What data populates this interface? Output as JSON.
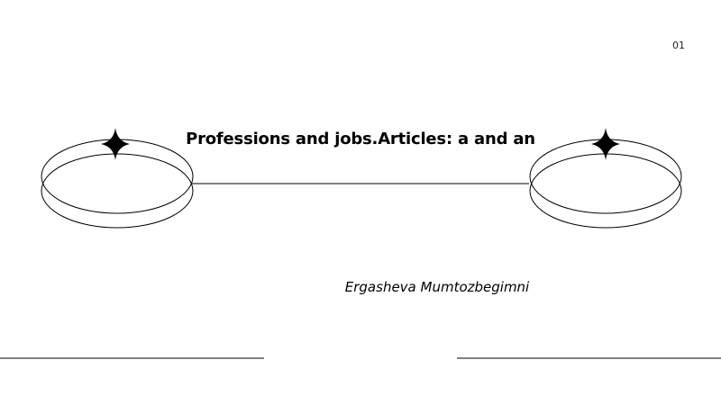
{
  "slide": {
    "page_number": "01",
    "title": "Professions and jobs.Articles: a and an",
    "author": "Ergasheva Mumtozbegimni"
  },
  "colors": {
    "background": "#ffffff",
    "ink": "#000000"
  },
  "decor": {
    "left_ring_icon": "double-ellipse-icon",
    "right_ring_icon": "double-ellipse-icon",
    "star_icon": "four-point-star-icon"
  }
}
